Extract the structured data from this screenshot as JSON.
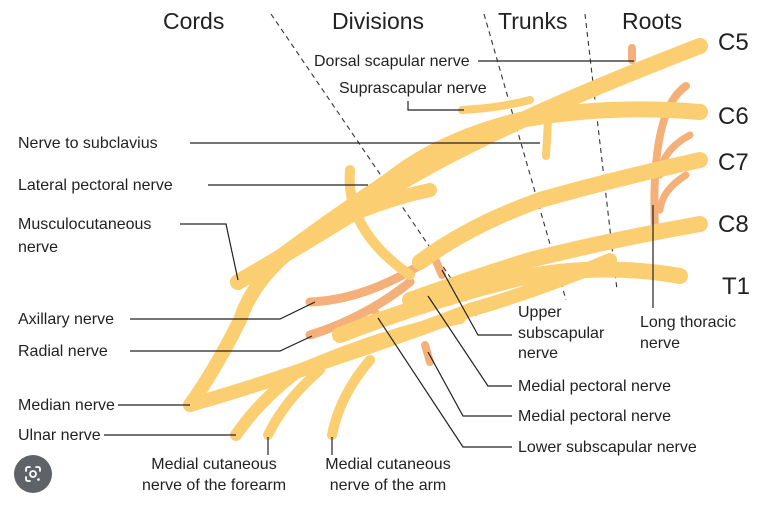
{
  "headers": {
    "cords": "Cords",
    "divisions": "Divisions",
    "trunks": "Trunks",
    "roots": "Roots"
  },
  "roots": [
    "C5",
    "C6",
    "C7",
    "C8",
    "T1"
  ],
  "labels": {
    "dorsal_scapular": "Dorsal scapular nerve",
    "suprascapular": "Suprascapular nerve",
    "subclavius": "Nerve to subclavius",
    "lateral_pectoral": "Lateral pectoral nerve",
    "musculocutaneous_1": "Musculocutaneous",
    "musculocutaneous_2": "nerve",
    "axillary": "Axillary nerve",
    "radial": "Radial nerve",
    "median": "Median nerve",
    "ulnar": "Ulnar nerve",
    "med_cut_forearm_1": "Medial cutaneous",
    "med_cut_forearm_2": "nerve of the forearm",
    "med_cut_arm_1": "Medial cutaneous",
    "med_cut_arm_2": "nerve of the arm",
    "upper_subscap_1": "Upper",
    "upper_subscap_2": "subscapular",
    "upper_subscap_3": "nerve",
    "long_thoracic_1": "Long thoracic",
    "long_thoracic_2": "nerve",
    "medial_pectoral_a": "Medial pectoral nerve",
    "medial_pectoral_b": "Medial pectoral nerve",
    "lower_subscap": "Lower subscapular nerve"
  },
  "colors": {
    "nerve_yellow": "#fcce72",
    "nerve_orange": "#f5b07a",
    "text": "#222222",
    "lens_button": "#5f6368"
  },
  "icons": {
    "lens": "google-lens-icon"
  }
}
